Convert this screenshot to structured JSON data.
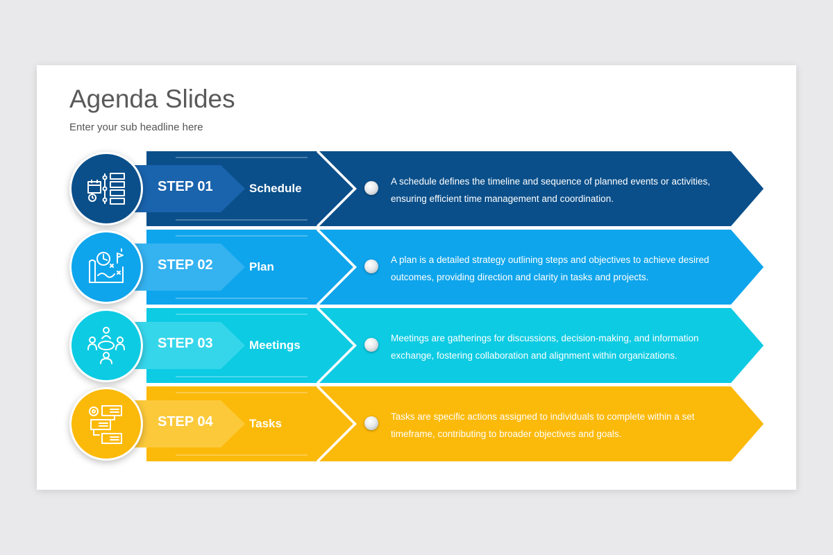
{
  "title": "Agenda Slides",
  "subtitle": "Enter your sub headline here",
  "steps": [
    {
      "step": "STEP 01",
      "label": "Schedule",
      "description": "A schedule defines the timeline and sequence of planned events or activities, ensuring efficient time management and coordination.",
      "icon": "schedule-icon",
      "color": "#0a4f8a",
      "tab_color": "#1a63ad"
    },
    {
      "step": "STEP 02",
      "label": "Plan",
      "description": "A plan is a detailed strategy outlining steps and objectives to achieve desired outcomes, providing direction and clarity in tasks and projects.",
      "icon": "plan-icon",
      "color": "#0ea5ec",
      "tab_color": "#35b2f0"
    },
    {
      "step": "STEP 03",
      "label": "Meetings",
      "description": "Meetings are gatherings for discussions, decision-making, and information exchange, fostering collaboration and alignment within organizations.",
      "icon": "meetings-icon",
      "color": "#0ccbe3",
      "tab_color": "#36d6ea"
    },
    {
      "step": "STEP 04",
      "label": "Tasks",
      "description": "Tasks are specific actions assigned to individuals to complete within a set timeframe, contributing to broader objectives and goals.",
      "icon": "tasks-icon",
      "color": "#fbb90a",
      "tab_color": "#fcc93a"
    }
  ]
}
